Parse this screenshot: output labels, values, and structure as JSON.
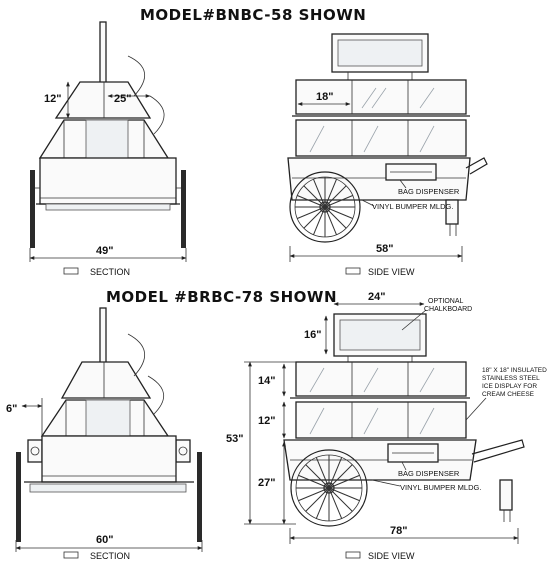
{
  "titles": {
    "model_top": "MODEL#BNBC-58 SHOWN",
    "model_bottom": "MODEL #BRBC-78 SHOWN"
  },
  "top": {
    "section_label": "SECTION",
    "side_view_label": "SIDE VIEW",
    "dim_12": "12\"",
    "dim_25": "25\"",
    "dim_49": "49\"",
    "dim_18": "18\"",
    "dim_58": "58\"",
    "callout_bag": "BAG DISPENSER",
    "callout_bumper": "VINYL BUMPER MLDG."
  },
  "bottom": {
    "section_label": "SECTION",
    "side_view_label": "SIDE VIEW",
    "dim_6": "6\"",
    "dim_60": "60\"",
    "dim_24": "24\"",
    "dim_16": "16\"",
    "dim_14": "14\"",
    "dim_12": "12\"",
    "dim_53": "53\"",
    "dim_27": "27\"",
    "dim_78": "78\"",
    "callout_chalk_1": "OPTIONAL",
    "callout_chalk_2": "CHALKBOARD",
    "callout_steel_1": "STAINLESS STEEL",
    "callout_steel_2": "ICE DISPLAY FOR",
    "callout_steel_3": "CREAM CHEESE",
    "callout_steel_0": "18\" X 18\" INSULATED",
    "callout_bag": "BAG DISPENSER",
    "callout_bumper": "VINYL BUMPER MLDG."
  }
}
